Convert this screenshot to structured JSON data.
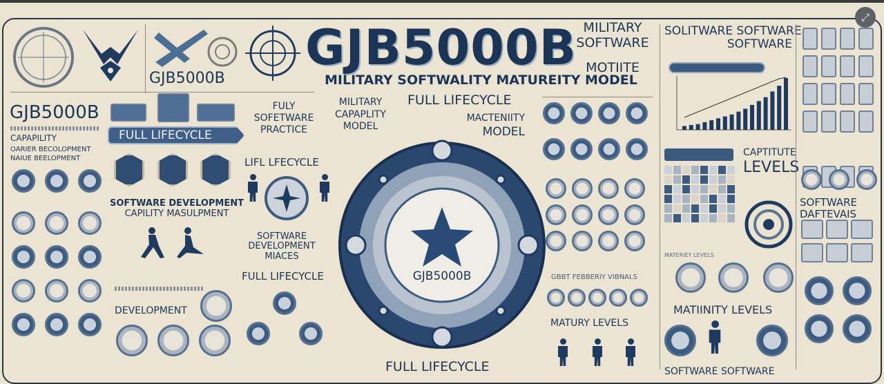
{
  "colors": {
    "navy": "#1c3556",
    "accent": "#3d5a80",
    "background": "#ebe4d3"
  },
  "header": {
    "title": "GJB5000B",
    "subtitle": "MILITARY SOFTWALITY MATUREITY MODEL",
    "logo_text": "GJB5000B"
  },
  "labels": {
    "left_title": "GJB5000B",
    "left_line1": "CAPAPILITY",
    "left_line2": "OARIER BECOLOPMENT",
    "left_line3": "NAIUE BEELOPMENT",
    "banner": "FULL LIFECYCLE",
    "fuly_practice": [
      "FULY",
      "SOFETWARE",
      "PRACTICE"
    ],
    "military_capaplity": [
      "MILITARY",
      "CAPAPLITY",
      "MODEL"
    ],
    "full_lifecycle_top": "FULL LIFECYCLE",
    "mactenity_model": [
      "MACTENIITY",
      "MODEL"
    ],
    "military_software": [
      "MILITARY",
      "SOFTWARE",
      "MOTIITE"
    ],
    "software_software": [
      "SOLITWARE SOFTWARE",
      "SOFTWARE"
    ],
    "lifl_lifecycle": "LIFL LFECYCLE",
    "sw_dev_capility": [
      "SOFTWARE DEVELOPMENT",
      "CAPILITY MASULPMENT"
    ],
    "sw_dev_stages": [
      "SOFTWARE",
      "DEVELOPMENT",
      "MIACES"
    ],
    "full_lifecycle_mid": "FULL LIFECYCLE",
    "development": "DEVELOPMENT",
    "center_label": "GJB5000B",
    "full_lifecycle_bottom": "FULL LIFECYCLE",
    "matury_levels": "MATURY LEVELS",
    "matinity_levels": "MATIINITY LEVELS",
    "captitute_levels": [
      "CAPTITUTE",
      "LEVELS"
    ],
    "software_daftevais": [
      "SOFTWARE",
      "DAFTEVAIS"
    ],
    "software_software_bottom": "SOFTWARE SOFTWARE",
    "gbbt_levels": "GBBT FEBBERIY VIBNALS",
    "materiey_levels": "MATERIEY LEVELS"
  },
  "chart_data": {
    "type": "bar",
    "values": [
      2,
      2.5,
      3,
      4,
      5,
      6,
      7,
      8,
      9.5,
      11,
      13,
      15,
      17,
      20,
      23,
      27
    ],
    "trend": "line"
  },
  "icons": {
    "expand": "expand-icon",
    "star": "star-icon",
    "wings": "air-force-wings-icon",
    "plane": "airplane-icon",
    "crosshair": "crosshair-icon",
    "seal": "seal-icon"
  }
}
